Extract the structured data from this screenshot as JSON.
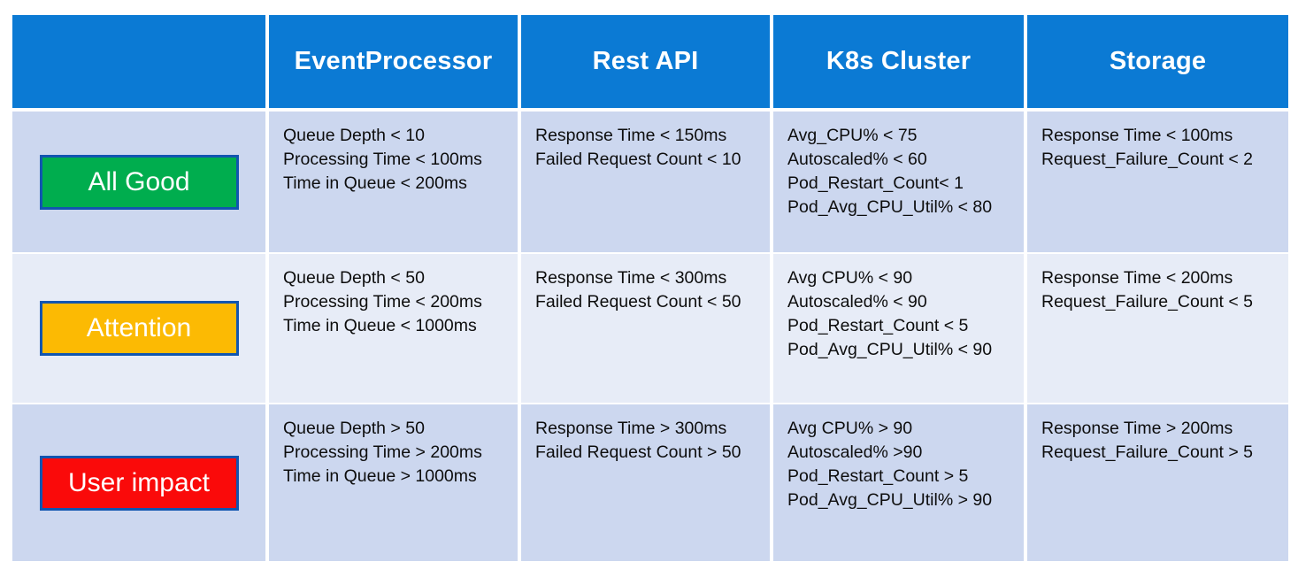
{
  "table": {
    "columns": [
      {
        "key": "status",
        "label": ""
      },
      {
        "key": "event",
        "label": "EventProcessor"
      },
      {
        "key": "rest",
        "label": "Rest API"
      },
      {
        "key": "k8s",
        "label": "K8s Cluster"
      },
      {
        "key": "storage",
        "label": "Storage"
      }
    ],
    "header_background": "#0b7ad4",
    "header_text_color": "#ffffff",
    "row_shades": [
      "#ccd7ef",
      "#e7ecf7",
      "#ccd7ef"
    ],
    "badge_border_color": "#1155b0",
    "rows": [
      {
        "status": {
          "label": "All Good",
          "color": "#00ad4e",
          "text_color": "#ffffff"
        },
        "cells": {
          "event": [
            "Queue Depth < 10",
            "Processing Time < 100ms",
            "Time in Queue < 200ms"
          ],
          "rest": [
            "Response Time < 150ms",
            "Failed Request Count < 10"
          ],
          "k8s": [
            "Avg_CPU% < 75",
            "Autoscaled% < 60",
            "Pod_Restart_Count< 1",
            "Pod_Avg_CPU_Util% < 80"
          ],
          "storage": [
            "Response Time < 100ms",
            "Request_Failure_Count < 2"
          ]
        }
      },
      {
        "status": {
          "label": "Attention",
          "color": "#fcba03",
          "text_color": "#ffffff"
        },
        "cells": {
          "event": [
            "Queue Depth < 50",
            "Processing Time < 200ms",
            "Time in Queue < 1000ms"
          ],
          "rest": [
            "Response Time < 300ms",
            "Failed Request Count < 50"
          ],
          "k8s": [
            "Avg CPU% < 90",
            "Autoscaled% < 90",
            "Pod_Restart_Count < 5",
            "Pod_Avg_CPU_Util% < 90"
          ],
          "storage": [
            "Response Time < 200ms",
            "Request_Failure_Count < 5"
          ]
        }
      },
      {
        "status": {
          "label": "User impact",
          "color": "#fa0a0a",
          "text_color": "#ffffff"
        },
        "cells": {
          "event": [
            "Queue Depth > 50",
            "Processing Time > 200ms",
            "Time in Queue > 1000ms"
          ],
          "rest": [
            "Response Time > 300ms",
            "Failed Request Count > 50"
          ],
          "k8s": [
            "Avg CPU% > 90",
            "Autoscaled% >90",
            "Pod_Restart_Count > 5",
            "Pod_Avg_CPU_Util% > 90"
          ],
          "storage": [
            "Response Time > 200ms",
            "Request_Failure_Count > 5"
          ]
        }
      }
    ]
  }
}
